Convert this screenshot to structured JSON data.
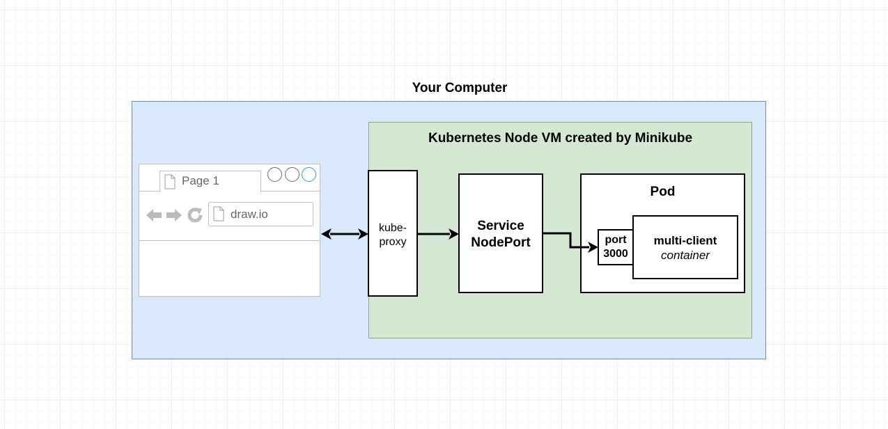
{
  "computer": {
    "title": "Your Computer"
  },
  "node": {
    "title": "Kubernetes Node VM created by Minikube"
  },
  "browser": {
    "tab_label": "Page 1",
    "address": "draw.io",
    "nav_icons": [
      "back-arrow-icon",
      "forward-arrow-icon",
      "refresh-icon"
    ]
  },
  "kube_proxy": {
    "line1": "kube-",
    "line2": "proxy"
  },
  "service": {
    "line1": "Service",
    "line2": "NodePort"
  },
  "pod": {
    "title": "Pod",
    "port": {
      "line1": "port",
      "line2": "3000"
    },
    "container": {
      "name": "multi-client",
      "kind": "container"
    }
  },
  "colors": {
    "computer_fill": "#dae8fc",
    "computer_stroke": "#6c8ebf",
    "node_fill": "#d5e8d4",
    "node_stroke": "#82b366",
    "browser_icon": "#bbbbbb",
    "active_window_button": "#1ba1e2"
  }
}
